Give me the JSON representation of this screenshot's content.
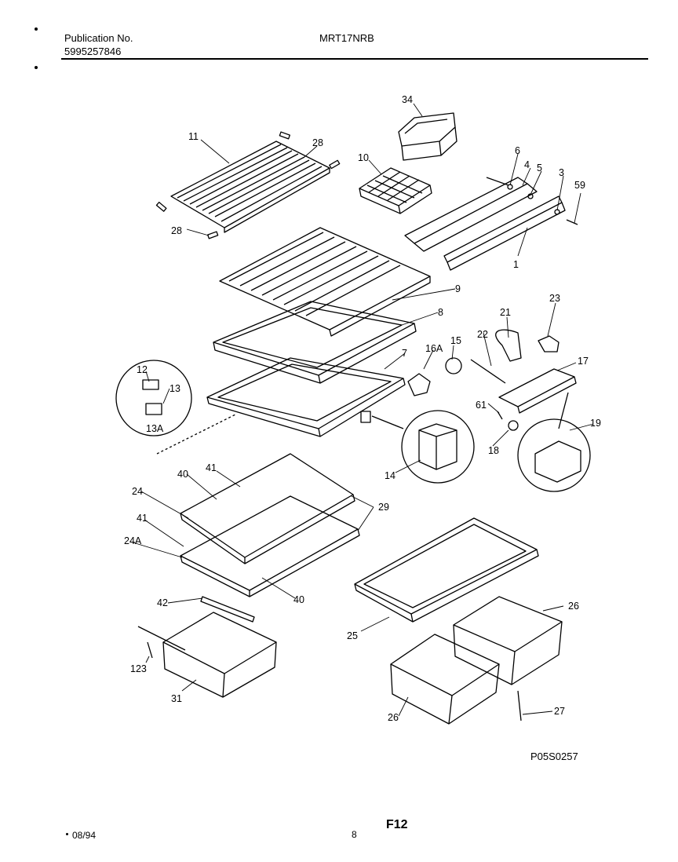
{
  "header": {
    "publication_label": "Publication No.",
    "publication_number": "5995257846",
    "model": "MRT17NRB"
  },
  "callouts": {
    "c1": "1",
    "c3": "3",
    "c4": "4",
    "c5": "5",
    "c6": "6",
    "c7": "7",
    "c8": "8",
    "c9": "9",
    "c10": "10",
    "c11": "11",
    "c12": "12",
    "c13": "13",
    "c13a": "13A",
    "c14": "14",
    "c15": "15",
    "c16a": "16A",
    "c17": "17",
    "c18": "18",
    "c19": "19",
    "c21": "21",
    "c22": "22",
    "c23": "23",
    "c24": "24",
    "c24a": "24A",
    "c25": "25",
    "c26a": "26",
    "c26b": "26",
    "c27": "27",
    "c28a": "28",
    "c28b": "28",
    "c29": "29",
    "c31": "31",
    "c34": "34",
    "c40a": "40",
    "c40b": "40",
    "c41a": "41",
    "c41b": "41",
    "c42": "42",
    "c59": "59",
    "c61": "61",
    "c123": "123"
  },
  "footer": {
    "diagram_code": "P05S0257",
    "date": "08/94",
    "page_number": "8",
    "figure_code": "F12"
  }
}
